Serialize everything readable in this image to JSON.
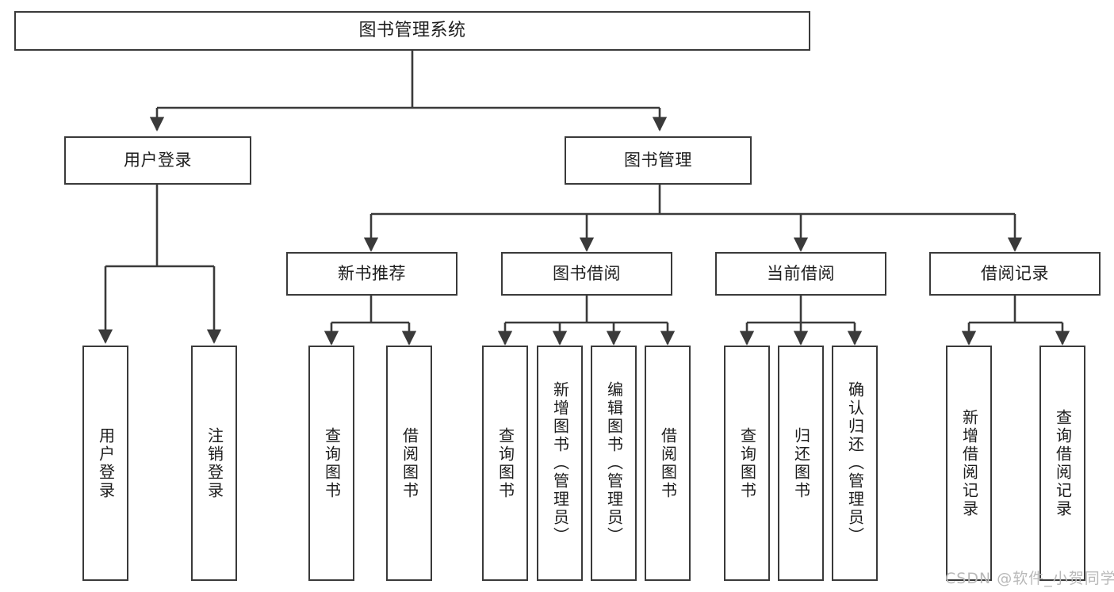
{
  "diagram": {
    "title": "图书管理系统",
    "type": "hierarchy-tree",
    "orientation": "top-down",
    "line_color": "#3a3a3a",
    "box_fill": "#ffffff",
    "text_color": "#1d1d1d"
  },
  "nodes": {
    "root": {
      "label": "图书管理系统",
      "level": 0
    },
    "level1": [
      {
        "id": "user-login",
        "label": "用户登录",
        "level": 1
      },
      {
        "id": "book-manage",
        "label": "图书管理",
        "level": 1
      }
    ],
    "level2": [
      {
        "id": "new-book-recommend",
        "label": "新书推荐",
        "level": 2,
        "parent": "book-manage"
      },
      {
        "id": "book-borrow",
        "label": "图书借阅",
        "level": 2,
        "parent": "book-manage"
      },
      {
        "id": "current-borrow",
        "label": "当前借阅",
        "level": 2,
        "parent": "book-manage"
      },
      {
        "id": "borrow-record",
        "label": "借阅记录",
        "level": 2,
        "parent": "book-manage"
      }
    ],
    "leaves": [
      {
        "id": "leaf-user-login",
        "label": "用户登录",
        "parent": "user-login"
      },
      {
        "id": "leaf-user-logout",
        "label": "注销登录",
        "parent": "user-login"
      },
      {
        "id": "leaf-query-book-1",
        "label": "查询图书",
        "parent": "new-book-recommend"
      },
      {
        "id": "leaf-borrow-book-1",
        "label": "借阅图书",
        "parent": "new-book-recommend"
      },
      {
        "id": "leaf-query-book-2",
        "label": "查询图书",
        "parent": "book-borrow"
      },
      {
        "id": "leaf-add-book",
        "label": "新增图书（管理员）",
        "parent": "book-borrow"
      },
      {
        "id": "leaf-edit-book",
        "label": "编辑图书（管理员）",
        "parent": "book-borrow"
      },
      {
        "id": "leaf-borrow-book-2",
        "label": "借阅图书",
        "parent": "book-borrow"
      },
      {
        "id": "leaf-query-book-3",
        "label": "查询图书",
        "parent": "current-borrow"
      },
      {
        "id": "leaf-return-book",
        "label": "归还图书",
        "parent": "current-borrow"
      },
      {
        "id": "leaf-confirm-return",
        "label": "确认归还（管理员）",
        "parent": "current-borrow"
      },
      {
        "id": "leaf-add-record",
        "label": "新增借阅记录",
        "parent": "borrow-record"
      },
      {
        "id": "leaf-query-record",
        "label": "查询借阅记录",
        "parent": "borrow-record"
      }
    ]
  },
  "watermark": {
    "text": "CSDN @软件_小贺同学"
  }
}
